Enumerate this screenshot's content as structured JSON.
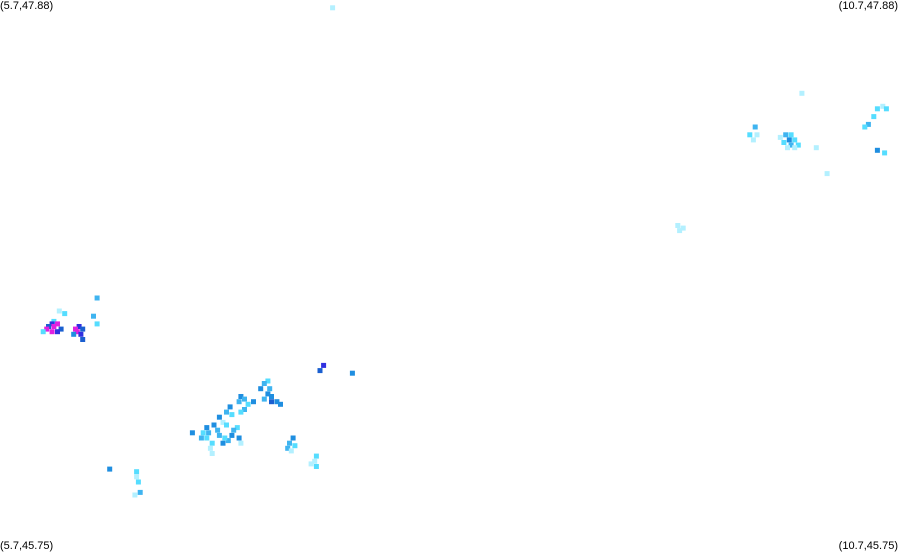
{
  "corners": {
    "top_left": "(5.7,47.88)",
    "top_right": "(10.7,47.88)",
    "bottom_left": "(5.7,45.75)",
    "bottom_right": "(10.7,45.75)"
  },
  "bounds": {
    "lon_min": 5.7,
    "lon_max": 10.7,
    "lat_min": 45.75,
    "lat_max": 47.88
  },
  "colors": {
    "very_light": "#b3f0ff",
    "light": "#55ddff",
    "medium_light": "#3fb4f0",
    "medium": "#1f8ee0",
    "dark": "#1a5fd0",
    "very_dark": "#3030e0",
    "magenta": "#e020e0"
  },
  "chart_data": {
    "type": "scatter",
    "title": "",
    "xlabel": "",
    "ylabel": "",
    "xlim": [
      5.7,
      10.7
    ],
    "ylim": [
      45.75,
      47.88
    ],
    "cells": [
      {
        "lon": 7.55,
        "lat": 47.85,
        "c": "very_light"
      },
      {
        "lon": 10.16,
        "lat": 47.52,
        "c": "very_light"
      },
      {
        "lon": 9.9,
        "lat": 47.39,
        "c": "medium_light"
      },
      {
        "lon": 9.91,
        "lat": 47.36,
        "c": "very_light"
      },
      {
        "lon": 9.87,
        "lat": 47.36,
        "c": "light"
      },
      {
        "lon": 9.89,
        "lat": 47.34,
        "c": "very_light"
      },
      {
        "lon": 10.07,
        "lat": 47.36,
        "c": "medium_light"
      },
      {
        "lon": 10.1,
        "lat": 47.36,
        "c": "light"
      },
      {
        "lon": 10.04,
        "lat": 47.35,
        "c": "very_light"
      },
      {
        "lon": 10.09,
        "lat": 47.34,
        "c": "medium"
      },
      {
        "lon": 10.12,
        "lat": 47.34,
        "c": "light"
      },
      {
        "lon": 10.06,
        "lat": 47.33,
        "c": "light"
      },
      {
        "lon": 10.1,
        "lat": 47.32,
        "c": "medium_light"
      },
      {
        "lon": 10.14,
        "lat": 47.32,
        "c": "light"
      },
      {
        "lon": 10.08,
        "lat": 47.31,
        "c": "very_light"
      },
      {
        "lon": 10.12,
        "lat": 47.31,
        "c": "very_light"
      },
      {
        "lon": 10.24,
        "lat": 47.31,
        "c": "very_light"
      },
      {
        "lon": 10.58,
        "lat": 47.46,
        "c": "light"
      },
      {
        "lon": 10.61,
        "lat": 47.47,
        "c": "very_light"
      },
      {
        "lon": 10.63,
        "lat": 47.46,
        "c": "light"
      },
      {
        "lon": 10.56,
        "lat": 47.43,
        "c": "light"
      },
      {
        "lon": 10.53,
        "lat": 47.4,
        "c": "medium_light"
      },
      {
        "lon": 10.51,
        "lat": 47.39,
        "c": "light"
      },
      {
        "lon": 10.58,
        "lat": 47.3,
        "c": "medium"
      },
      {
        "lon": 10.62,
        "lat": 47.29,
        "c": "light"
      },
      {
        "lon": 10.3,
        "lat": 47.21,
        "c": "very_light"
      },
      {
        "lon": 9.47,
        "lat": 47.01,
        "c": "very_light"
      },
      {
        "lon": 9.5,
        "lat": 47.0,
        "c": "very_light"
      },
      {
        "lon": 9.48,
        "lat": 46.99,
        "c": "very_light"
      },
      {
        "lon": 6.24,
        "lat": 46.73,
        "c": "medium_light"
      },
      {
        "lon": 6.03,
        "lat": 46.68,
        "c": "very_light"
      },
      {
        "lon": 6.06,
        "lat": 46.67,
        "c": "light"
      },
      {
        "lon": 6.22,
        "lat": 46.66,
        "c": "medium_light"
      },
      {
        "lon": 6.0,
        "lat": 46.64,
        "c": "light"
      },
      {
        "lon": 5.99,
        "lat": 46.63,
        "c": "very_dark"
      },
      {
        "lon": 6.02,
        "lat": 46.63,
        "c": "magenta"
      },
      {
        "lon": 6.24,
        "lat": 46.63,
        "c": "light"
      },
      {
        "lon": 5.97,
        "lat": 46.62,
        "c": "dark"
      },
      {
        "lon": 6.0,
        "lat": 46.62,
        "c": "magenta"
      },
      {
        "lon": 6.04,
        "lat": 46.61,
        "c": "dark"
      },
      {
        "lon": 6.14,
        "lat": 46.62,
        "c": "very_dark"
      },
      {
        "lon": 6.12,
        "lat": 46.61,
        "c": "magenta"
      },
      {
        "lon": 6.16,
        "lat": 46.61,
        "c": "dark"
      },
      {
        "lon": 5.96,
        "lat": 46.61,
        "c": "magenta"
      },
      {
        "lon": 5.99,
        "lat": 46.6,
        "c": "magenta"
      },
      {
        "lon": 6.02,
        "lat": 46.6,
        "c": "very_dark"
      },
      {
        "lon": 6.13,
        "lat": 46.6,
        "c": "magenta"
      },
      {
        "lon": 5.94,
        "lat": 46.6,
        "c": "light"
      },
      {
        "lon": 6.15,
        "lat": 46.59,
        "c": "very_dark"
      },
      {
        "lon": 6.11,
        "lat": 46.59,
        "c": "medium"
      },
      {
        "lon": 6.16,
        "lat": 46.57,
        "c": "dark"
      },
      {
        "lon": 7.5,
        "lat": 46.47,
        "c": "very_dark"
      },
      {
        "lon": 7.48,
        "lat": 46.45,
        "c": "dark"
      },
      {
        "lon": 7.66,
        "lat": 46.44,
        "c": "medium"
      },
      {
        "lon": 7.19,
        "lat": 46.41,
        "c": "light"
      },
      {
        "lon": 7.17,
        "lat": 46.4,
        "c": "medium_light"
      },
      {
        "lon": 7.15,
        "lat": 46.38,
        "c": "medium"
      },
      {
        "lon": 7.2,
        "lat": 46.38,
        "c": "medium_light"
      },
      {
        "lon": 7.19,
        "lat": 46.36,
        "c": "medium"
      },
      {
        "lon": 7.17,
        "lat": 46.34,
        "c": "medium_light"
      },
      {
        "lon": 7.21,
        "lat": 46.35,
        "c": "medium"
      },
      {
        "lon": 7.21,
        "lat": 46.33,
        "c": "dark"
      },
      {
        "lon": 7.24,
        "lat": 46.33,
        "c": "medium"
      },
      {
        "lon": 7.26,
        "lat": 46.32,
        "c": "medium"
      },
      {
        "lon": 7.04,
        "lat": 46.35,
        "c": "medium"
      },
      {
        "lon": 7.03,
        "lat": 46.33,
        "c": "medium_light"
      },
      {
        "lon": 7.06,
        "lat": 46.34,
        "c": "medium_light"
      },
      {
        "lon": 7.11,
        "lat": 46.33,
        "c": "medium"
      },
      {
        "lon": 7.08,
        "lat": 46.32,
        "c": "light"
      },
      {
        "lon": 7.06,
        "lat": 46.3,
        "c": "medium_light"
      },
      {
        "lon": 7.04,
        "lat": 46.29,
        "c": "light"
      },
      {
        "lon": 6.98,
        "lat": 46.31,
        "c": "medium"
      },
      {
        "lon": 6.96,
        "lat": 46.29,
        "c": "medium_light"
      },
      {
        "lon": 6.99,
        "lat": 46.28,
        "c": "light"
      },
      {
        "lon": 6.92,
        "lat": 46.27,
        "c": "medium"
      },
      {
        "lon": 6.94,
        "lat": 46.25,
        "c": "very_light"
      },
      {
        "lon": 6.96,
        "lat": 46.24,
        "c": "light"
      },
      {
        "lon": 6.89,
        "lat": 46.24,
        "c": "medium"
      },
      {
        "lon": 6.91,
        "lat": 46.22,
        "c": "medium_light"
      },
      {
        "lon": 6.85,
        "lat": 46.23,
        "c": "medium"
      },
      {
        "lon": 6.86,
        "lat": 46.21,
        "c": "medium_light"
      },
      {
        "lon": 6.83,
        "lat": 46.21,
        "c": "light"
      },
      {
        "lon": 6.85,
        "lat": 46.19,
        "c": "light"
      },
      {
        "lon": 6.82,
        "lat": 46.19,
        "c": "medium_light"
      },
      {
        "lon": 6.88,
        "lat": 46.17,
        "c": "light"
      },
      {
        "lon": 6.87,
        "lat": 46.15,
        "c": "very_light"
      },
      {
        "lon": 6.88,
        "lat": 46.13,
        "c": "very_light"
      },
      {
        "lon": 6.77,
        "lat": 46.21,
        "c": "medium"
      },
      {
        "lon": 6.94,
        "lat": 46.17,
        "c": "medium"
      },
      {
        "lon": 6.97,
        "lat": 46.18,
        "c": "medium_light"
      },
      {
        "lon": 6.95,
        "lat": 46.19,
        "c": "light"
      },
      {
        "lon": 6.92,
        "lat": 46.2,
        "c": "medium_light"
      },
      {
        "lon": 6.99,
        "lat": 46.2,
        "c": "medium"
      },
      {
        "lon": 7.02,
        "lat": 46.23,
        "c": "light"
      },
      {
        "lon": 7.0,
        "lat": 46.22,
        "c": "medium_light"
      },
      {
        "lon": 7.03,
        "lat": 46.19,
        "c": "medium"
      },
      {
        "lon": 7.04,
        "lat": 46.17,
        "c": "very_light"
      },
      {
        "lon": 7.33,
        "lat": 46.19,
        "c": "medium"
      },
      {
        "lon": 7.31,
        "lat": 46.17,
        "c": "medium_light"
      },
      {
        "lon": 7.34,
        "lat": 46.16,
        "c": "light"
      },
      {
        "lon": 7.3,
        "lat": 46.15,
        "c": "medium_light"
      },
      {
        "lon": 7.32,
        "lat": 46.14,
        "c": "very_light"
      },
      {
        "lon": 7.46,
        "lat": 46.12,
        "c": "light"
      },
      {
        "lon": 7.45,
        "lat": 46.1,
        "c": "very_light"
      },
      {
        "lon": 7.46,
        "lat": 46.08,
        "c": "light"
      },
      {
        "lon": 7.43,
        "lat": 46.09,
        "c": "very_light"
      },
      {
        "lon": 6.31,
        "lat": 46.07,
        "c": "medium"
      },
      {
        "lon": 6.46,
        "lat": 46.06,
        "c": "light"
      },
      {
        "lon": 6.46,
        "lat": 46.04,
        "c": "very_light"
      },
      {
        "lon": 6.47,
        "lat": 46.02,
        "c": "light"
      },
      {
        "lon": 6.48,
        "lat": 45.98,
        "c": "medium_light"
      },
      {
        "lon": 6.45,
        "lat": 45.97,
        "c": "very_light"
      }
    ]
  }
}
